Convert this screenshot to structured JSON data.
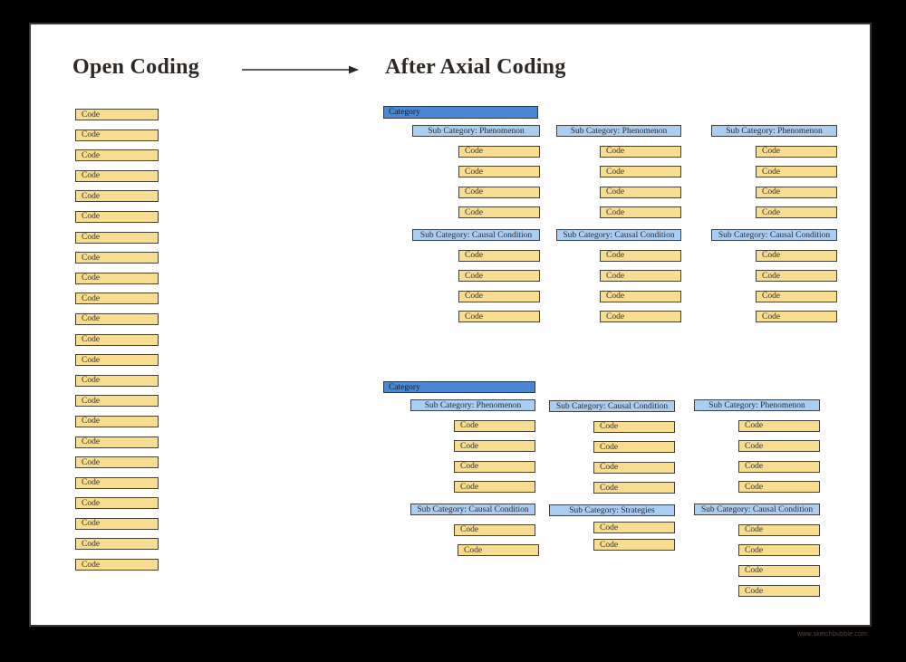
{
  "header": {
    "left_title": "Open Coding",
    "right_title": "After Axial Coding",
    "arrow_icon": "right-arrow"
  },
  "open_coding": {
    "codes": [
      "Code",
      "Code",
      "Code",
      "Code",
      "Code",
      "Code",
      "Code",
      "Code",
      "Code",
      "Code",
      "Code",
      "Code",
      "Code",
      "Code",
      "Code",
      "Code",
      "Code",
      "Code",
      "Code",
      "Code",
      "Code",
      "Code",
      "Code"
    ]
  },
  "axial_coding": {
    "sections": [
      {
        "category_label": "Category",
        "columns": [
          {
            "groups": [
              {
                "label": "Sub Category: Phenomenon",
                "codes": [
                  "Code",
                  "Code",
                  "Code",
                  "Code"
                ]
              },
              {
                "label": "Sub Category: Causal Condition",
                "codes": [
                  "Code",
                  "Code",
                  "Code",
                  "Code"
                ]
              }
            ]
          },
          {
            "groups": [
              {
                "label": "Sub Category: Phenomenon",
                "codes": [
                  "Code",
                  "Code",
                  "Code",
                  "Code"
                ]
              },
              {
                "label": "Sub Category: Causal Condition",
                "codes": [
                  "Code",
                  "Code",
                  "Code",
                  "Code"
                ]
              }
            ]
          },
          {
            "groups": [
              {
                "label": "Sub Category: Phenomenon",
                "codes": [
                  "Code",
                  "Code",
                  "Code",
                  "Code"
                ]
              },
              {
                "label": "Sub Category: Causal Condition",
                "codes": [
                  "Code",
                  "Code",
                  "Code",
                  "Code"
                ]
              }
            ]
          }
        ]
      },
      {
        "category_label": "Category",
        "columns": [
          {
            "groups": [
              {
                "label": "Sub Category: Phenomenon",
                "codes": [
                  "Code",
                  "Code",
                  "Code",
                  "Code"
                ]
              },
              {
                "label": "Sub Category: Causal Condition",
                "codes": [
                  "Code",
                  "Code"
                ]
              }
            ]
          },
          {
            "groups": [
              {
                "label": "Sub Category: Causal Condition",
                "codes": [
                  "Code",
                  "Code",
                  "Code",
                  "Code"
                ]
              },
              {
                "label": "Sub Category: Strategies",
                "codes": [
                  "Code",
                  "Code"
                ]
              }
            ]
          },
          {
            "groups": [
              {
                "label": "Sub Category: Phenomenon",
                "codes": [
                  "Code",
                  "Code",
                  "Code",
                  "Code"
                ]
              },
              {
                "label": "Sub Category: Causal Condition",
                "codes": [
                  "Code",
                  "Code",
                  "Code",
                  "Code"
                ]
              }
            ]
          }
        ]
      }
    ]
  },
  "watermark": "www.sketchbubble.com",
  "colors": {
    "code_fill": "#F8DC8F",
    "subcategory_fill": "#AACDF2",
    "category_fill": "#4C86D2",
    "border": "#44403B",
    "page_background": "#FFFFFF",
    "canvas_background": "#000000"
  }
}
